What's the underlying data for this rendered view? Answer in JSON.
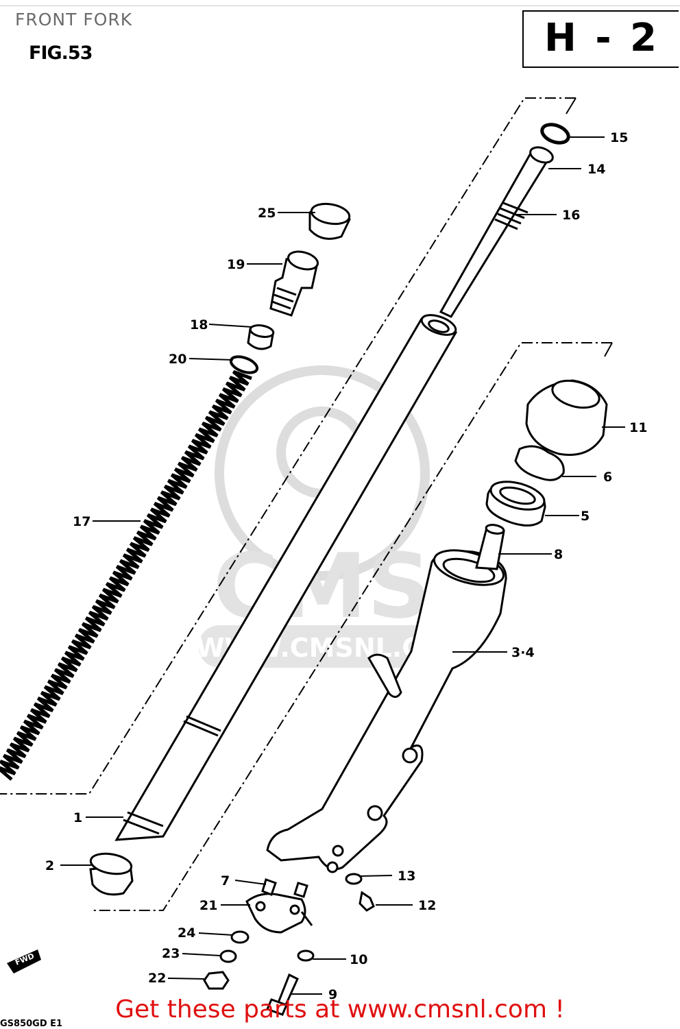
{
  "header": {
    "title": "FRONT FORK",
    "figure": "FIG.53",
    "section": "H - 2"
  },
  "watermark": {
    "logo_text": "CMS",
    "url_text": "WWW.CMSNL.COM"
  },
  "parts": [
    {
      "label": "1"
    },
    {
      "label": "2"
    },
    {
      "label": "3·4"
    },
    {
      "label": "5"
    },
    {
      "label": "6"
    },
    {
      "label": "7"
    },
    {
      "label": "8"
    },
    {
      "label": "9"
    },
    {
      "label": "10"
    },
    {
      "label": "11"
    },
    {
      "label": "12"
    },
    {
      "label": "13"
    },
    {
      "label": "14"
    },
    {
      "label": "15"
    },
    {
      "label": "16"
    },
    {
      "label": "17"
    },
    {
      "label": "18"
    },
    {
      "label": "19"
    },
    {
      "label": "20"
    },
    {
      "label": "21"
    },
    {
      "label": "22"
    },
    {
      "label": "23"
    },
    {
      "label": "24"
    },
    {
      "label": "25"
    }
  ],
  "front_marker": "FWD",
  "footer": {
    "cta": "Get these parts at www.cmsnl.com !",
    "page_code": "GS850GD E1"
  },
  "colors": {
    "ink": "#000000",
    "cta": "#e01010",
    "watermark": "#d9d9d9"
  }
}
